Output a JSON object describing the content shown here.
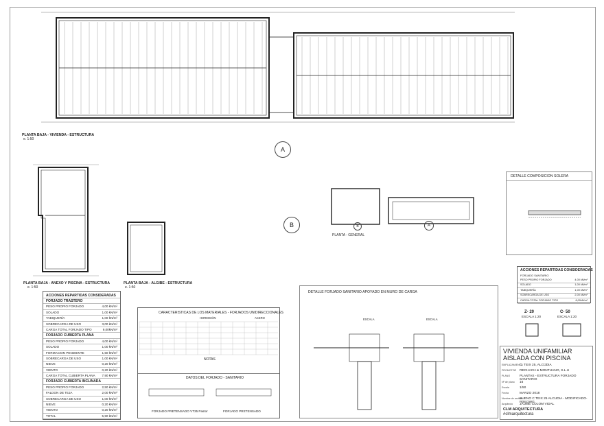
{
  "drawings": {
    "main_plan_label": "PLANTA BAJA - VIVIENDA - ESTRUCTURA",
    "main_plan_scale": "e. 1:50",
    "annex_label": "PLANTA BAJA - ANEXO Y PISCINA - ESTRUCTURA",
    "annex_scale": "e. 1:50",
    "cistern_label": "PLANTA BAJA - ALGIBE - ESTRUCTURA",
    "cistern_scale": "e. 1:50",
    "general_label": "PLANTA - GENERAL",
    "marker_a": "A",
    "marker_b": "B",
    "marker_a_small": "A",
    "marker_b_small": "B"
  },
  "detail_solera": {
    "title": "DETALLE COMPOSICION SOLERA"
  },
  "detail_forjado": {
    "title": "DETALLE FORJADO SANITARIO APOYADO EN MURO DE CARGA",
    "left_tag": "ESCALA",
    "right_tag": "ESCALA"
  },
  "loads_left": {
    "title": "ACCIONES REPARTIDAS CONSIDERADAS",
    "rows": [
      {
        "type": "section",
        "label": "FORJADO TRASTERO"
      },
      {
        "type": "row",
        "label": "PESO PROPIO FORJADO",
        "value": "4,00 kN/m²"
      },
      {
        "type": "row",
        "label": "SOLADO",
        "value": "1,00 kN/m²"
      },
      {
        "type": "row",
        "label": "TABIQUERÍA",
        "value": "1,00 kN/m²"
      },
      {
        "type": "row",
        "label": "SOBRECARGA DE USO",
        "value": "3,00 kN/m²"
      },
      {
        "type": "row",
        "label": "CARGA TOTAL FORJADO TIPO",
        "value": "9,00kN/m²"
      },
      {
        "type": "section",
        "label": "FORJADO CUBIERTA PLANA"
      },
      {
        "type": "row",
        "label": "PESO PROPIO FORJADO",
        "value": "4,00 kN/m²"
      },
      {
        "type": "row",
        "label": "SOLADO",
        "value": "1,00 kN/m²"
      },
      {
        "type": "row",
        "label": "FORMACION PENDIENTE",
        "value": "1,50 kN/m²"
      },
      {
        "type": "row",
        "label": "SOBRECARGA DE USO",
        "value": "1,00 kN/m²"
      },
      {
        "type": "row",
        "label": "NIEVE",
        "value": "0,20 kN/m²"
      },
      {
        "type": "row",
        "label": "VIENTO",
        "value": "0,20 kN/m²"
      },
      {
        "type": "row",
        "label": "CARGA TOTAL CUBIERTA PLANA",
        "value": "7,90 kN/m²"
      },
      {
        "type": "section",
        "label": "FORJADO CUBIERTA INCLINADA"
      },
      {
        "type": "row",
        "label": "PESO PROPIO FORJADO",
        "value": "2,50 kN/m²"
      },
      {
        "type": "row",
        "label": "FALDON DE TEJA",
        "value": "2,00 kN/m²"
      },
      {
        "type": "row",
        "label": "SOBRECARGA DE USO",
        "value": "1,00 kN/m²"
      },
      {
        "type": "row",
        "label": "NIEVE",
        "value": "0,20 kN/m²"
      },
      {
        "type": "row",
        "label": "VIENTO",
        "value": "0,20 kN/m²"
      },
      {
        "type": "row",
        "label": "TOTAL",
        "value": "5,90 kN/m²"
      }
    ]
  },
  "loads_right": {
    "title": "ACCIONES REPARTIDAS CONSIDERADAS",
    "subtitle": "FORJADO SANITARIO",
    "rows": [
      {
        "label": "PESO PROPIO FORJADO",
        "value": "4,00 kN/m²"
      },
      {
        "label": "SOLADO",
        "value": "1,00 kN/m²"
      },
      {
        "label": "TABIQUERÍA",
        "value": "1,00 kN/m²"
      },
      {
        "label": "SOBRECARGA DE USO",
        "value": "2,00 kN/m²"
      },
      {
        "label": "CARGA TOTAL FORJADO TIPO",
        "value": "8,00kN/m²"
      }
    ]
  },
  "materials": {
    "title": "CARACTERISTICAS DE LOS MATERIALES - FORJADOS UNIDIRECCIONALES",
    "col_hormigon": "HORMIGÓN",
    "col_acero": "ACERO",
    "notes_title": "NOTAS",
    "datos_title": "DATOS DEL FORJADO - SANITARIO",
    "forjado_left": "FORJADO PRETENSADO VT35 Pastor",
    "forjado_right": "FORJADO PRETENSADO"
  },
  "sections": {
    "z": "Z- 20",
    "z_scale": "ESCALA 1:20",
    "c": "C- 50",
    "c_scale": "ESCALA 1:20"
  },
  "title_block": {
    "project_title": "VIVIENDA UNIFAMILIAR",
    "project_subtitle": "AISLADA CON PISCINA",
    "rows": [
      {
        "key": "EMPLAZAMIENTO",
        "value": "C. TEIX 25, ALCÚDIA"
      },
      {
        "key": "PROMOTOR",
        "value": "RECHACH & MONTUANO, S.L.U"
      },
      {
        "key": "PLANO",
        "value": "PLANTAS - ESTRUCTURA FORJADO SANITARIO"
      },
      {
        "key": "Nº de plano",
        "value": "16"
      },
      {
        "key": "Escala",
        "value": "1/50"
      },
      {
        "key": "Fecha",
        "value": "MARZO 2018"
      },
      {
        "key": "Nombre de archivo",
        "value": "BUENO C TEIX 25 ALCUDIA - MODIFICADO-R08.DWG"
      },
      {
        "key": "Arquitecto",
        "value": "JAUME COLOM VIDAL"
      }
    ],
    "logo_main": "CLM ARQUITECTURA",
    "logo_sub": "#clmarquitectura"
  },
  "colors": {
    "line": "#222222",
    "grid": "#999999",
    "frame": "#999999"
  }
}
